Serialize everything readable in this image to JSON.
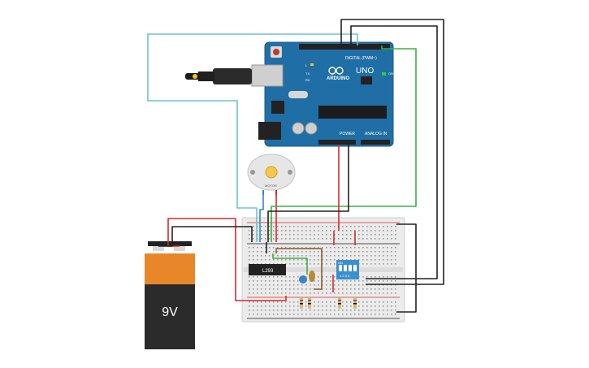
{
  "arduino": {
    "board_label": "UNO",
    "brand": "ARDUINO",
    "digital_header_label": "DIGITAL (PWM~)",
    "power_label": "POWER",
    "analog_label": "ANALOG IN",
    "led_tx": "TX",
    "led_rx": "RX",
    "led_l": "L",
    "led_on": "ON",
    "body_color": "#1f6fa6"
  },
  "motor": {
    "label": "MOTOR"
  },
  "battery": {
    "label": "9V",
    "top_color": "#e8872a",
    "body_color": "#2b2b2b"
  },
  "ic": {
    "label": "L293"
  },
  "dip_switch": {
    "label_on": "ON",
    "numbers": "1 2 3 4",
    "color": "#3a8fd1"
  },
  "wire_colors": {
    "red": "#d42b2b",
    "black": "#222222",
    "green": "#3cb043",
    "cyan": "#6cc3d0",
    "blue": "#3b84c4",
    "brown": "#8b5a2b"
  },
  "icons": [
    "usb-cable-icon",
    "breadboard-icon",
    "dip-switch-icon",
    "resistor-icon",
    "capacitor-icon"
  ]
}
